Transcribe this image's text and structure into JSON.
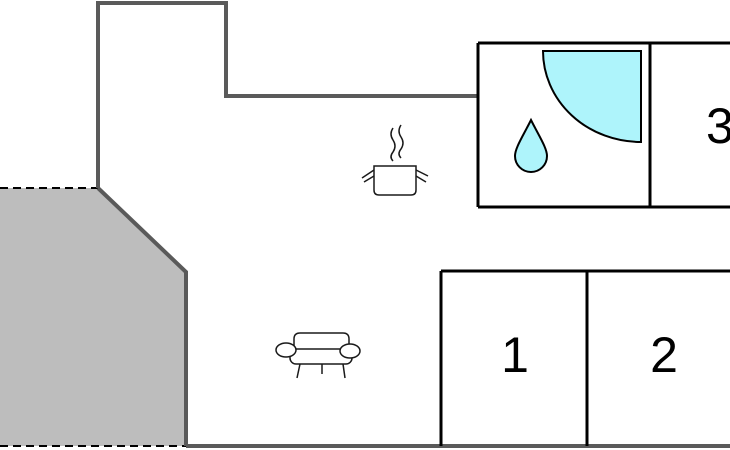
{
  "floorplan": {
    "colors": {
      "wall": "#5a5a5a",
      "room_outline": "#000000",
      "outdoor_area": "#bdbdbd",
      "shower": "#aef4fb",
      "icon_stroke": "#1a1a1a"
    },
    "icons": {
      "kitchen": "cooking-pot-icon",
      "bathroom": "water-drop-icon",
      "living": "sofa-icon"
    },
    "rooms": [
      {
        "id": "room-1",
        "label": "1"
      },
      {
        "id": "room-2",
        "label": "2"
      },
      {
        "id": "room-3",
        "label": "3"
      }
    ]
  }
}
